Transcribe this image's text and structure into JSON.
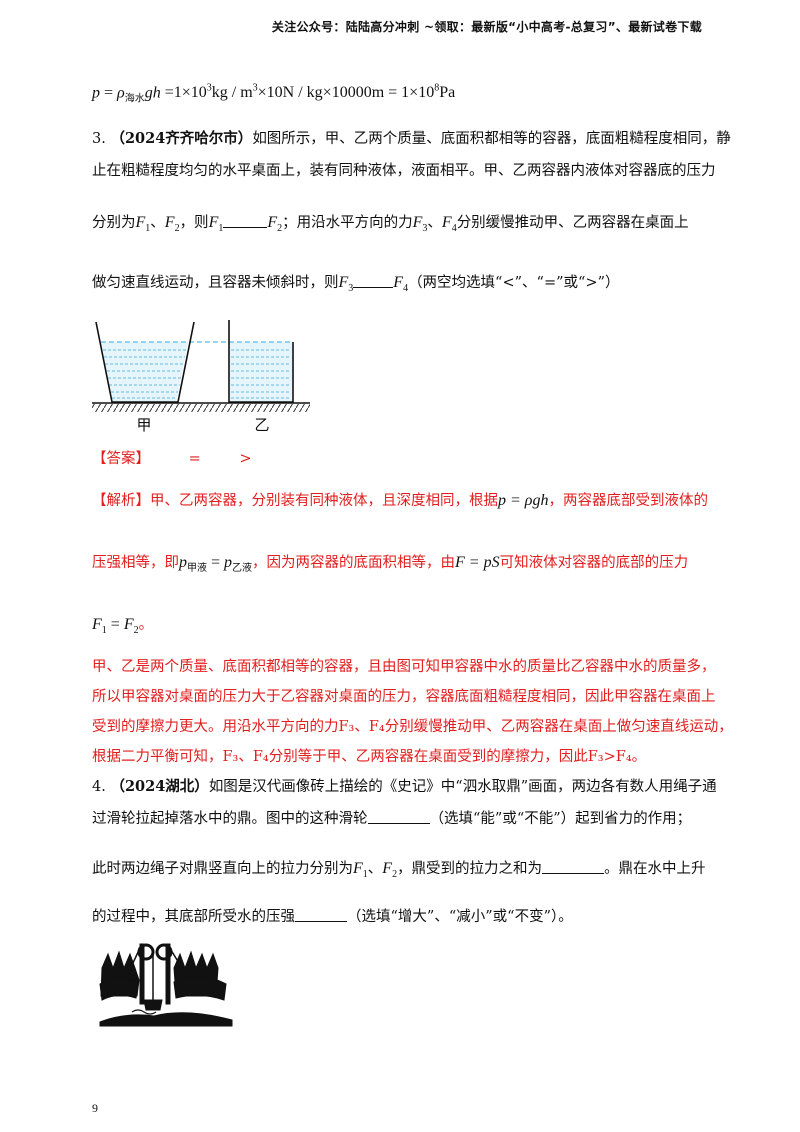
{
  "header": "关注公众号：陆陆高分冲刺 ~领取：最新版“小中高考-总复习”、最新试卷下载",
  "page_number": "9",
  "formula_top": {
    "lhs": "p",
    "rho": "ρ",
    "rho_sub": "海水",
    "gh": "gh",
    "rest1": "=1×10",
    "exp1": "3",
    "rest2": "kg / m",
    "exp2": "3",
    "rest3": "×10N / kg×10000m = 1×10",
    "exp3": "8",
    "rest4": "Pa"
  },
  "q3": {
    "number": "3.",
    "source": "（2024齐齐哈尔市）",
    "line1": "如图所示，甲、乙两个质量、底面积都相等的容器，底面粗糙程度相同，静",
    "line2": "止在粗糙程度均匀的水平桌面上，装有同种液体，液面相平。甲、乙两容器内液体对容器底的压力",
    "line3_a": "分别为",
    "line3_b": "、",
    "line3_c": "，则",
    "line3_d": "；用沿水平方向的力",
    "line3_e": "、",
    "line3_f": "分别缓慢推动甲、乙两容器在桌面上",
    "line4_a": "做匀速直线运动，且容器未倾斜时，则",
    "line4_b": "（两空均选填“<”、“=”或“>”）",
    "F1": "F",
    "F1_sub": "1",
    "F2": "F",
    "F2_sub": "2",
    "F3": "F",
    "F3_sub": "3",
    "F4": "F",
    "F4_sub": "4",
    "label_jia": "甲",
    "label_yi": "乙",
    "answer_label": "【答案】",
    "answer_1": "=",
    "answer_2": ">",
    "analysis_label": "【解析】",
    "analysis_l1": "甲、乙两容器，分别装有同种液体，且深度相同，根据",
    "analysis_l1_formula": "p = ρgh",
    "analysis_l1_end": "，两容器底部受到液体的",
    "analysis_l2_a": "压强相等，即",
    "p_jia_sub": "甲液",
    "p_yi_sub": "乙液",
    "analysis_l2_b": "，因为两容器的底面积相等，由",
    "analysis_l2_formula": "F = pS",
    "analysis_l2_c": "可知液体对容器的底部的压力",
    "analysis_l3_end": "。",
    "analysis_p2_l1": "甲、乙是两个质量、底面积都相等的容器，且由图可知甲容器中水的质量比乙容器中水的质量多，",
    "analysis_p2_l2": "所以甲容器对桌面的压力大于乙容器对桌面的压力，容器底面粗糙程度相同，因此甲容器在桌面上",
    "analysis_p2_l3": "受到的摩擦力更大。用沿水平方向的力F₃、F₄分别缓慢推动甲、乙两容器在桌面上做匀速直线运动，",
    "analysis_p2_l4": "根据二力平衡可知，F₃、F₄分别等于甲、乙两容器在桌面受到的摩擦力，因此F₃>F₄。"
  },
  "q4": {
    "number": "4.",
    "source": "（2024湖北）",
    "line1": "如图是汉代画像砖上描绘的《史记》中“泗水取鼎”画面，两边各有数人用绳子通",
    "line2_a": "过滑轮拉起掉落水中的鼎。图中的这种滑轮",
    "line2_b": "（选填“能”或“不能”）起到省力的作用；",
    "line3_a": "此时两边绳子对鼎竖直向上的拉力分别为",
    "line3_b": "、",
    "line3_c": "，鼎受到的拉力之和为",
    "line3_d": "。鼎在水中上升",
    "line4_a": "的过程中，其底部所受水的压强",
    "line4_b": "（选填“增大”、“减小”或“不变”）。"
  },
  "colors": {
    "answer_red": "#e21e1e",
    "liquid": "#3aa8d8"
  }
}
